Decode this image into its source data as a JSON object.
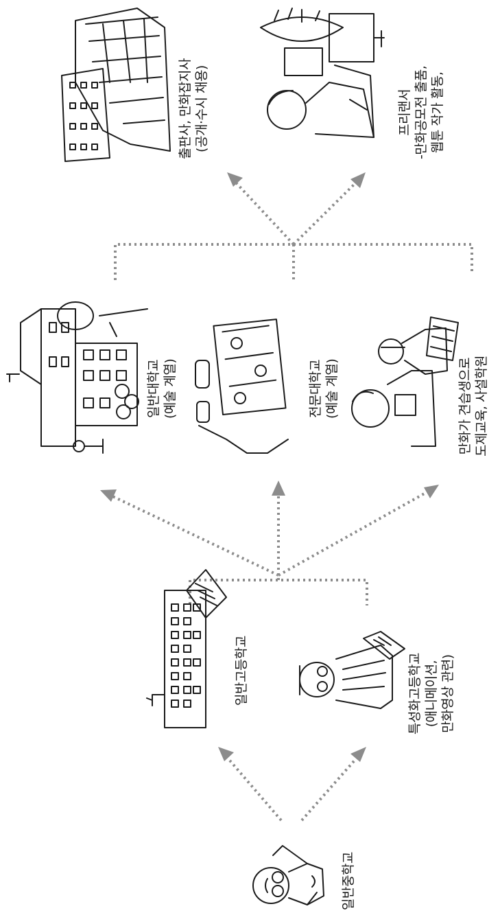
{
  "nodes": {
    "middle_school": {
      "lines": [
        "일반중학교"
      ]
    },
    "general_high": {
      "lines": [
        "일반고등학교"
      ]
    },
    "special_high": {
      "lines": [
        "특성화고등학교",
        "(애니메이션,",
        "만화영상 관련)"
      ]
    },
    "university": {
      "lines": [
        "일반대학교",
        "(예술 계열)"
      ]
    },
    "college": {
      "lines": [
        "전문대학교",
        "(예술 계열)"
      ]
    },
    "apprentice": {
      "lines": [
        "만화가 견습생으로",
        "도제교육, 사설학원"
      ]
    },
    "publisher": {
      "lines": [
        "출판사, 만화잡지사",
        "(공개·수시 채용)"
      ]
    },
    "freelancer": {
      "lines": [
        "프리랜서",
        "-만화공모전 출품,",
        "웹툰 작가 활동,"
      ]
    }
  },
  "illustrations": [
    "student-icon",
    "high-school-building-icon",
    "animation-student-icon",
    "university-campus-icon",
    "art-supplies-icon",
    "cartoonist-mentor-icon",
    "magazine-office-icon",
    "freelancer-desk-icon"
  ],
  "colors": {
    "connector": "#8c8c8c",
    "ink": "#1a1a1a",
    "background": "#ffffff"
  }
}
